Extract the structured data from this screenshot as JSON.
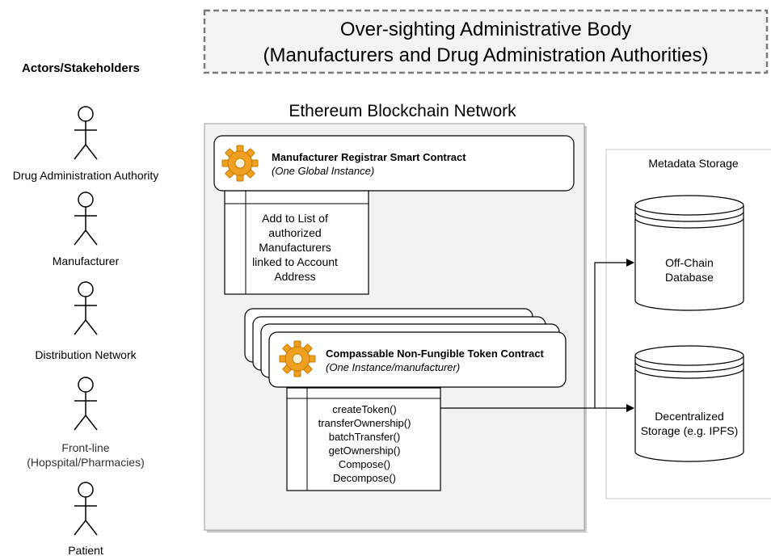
{
  "admin_body": {
    "line1": "Over-sighting Administrative Body",
    "line2": "(Manufacturers and Drug Administration Authorities)"
  },
  "actors": {
    "heading": "Actors/Stakeholders",
    "items": [
      {
        "label": "Drug Administration Authority",
        "label2": ""
      },
      {
        "label": "Manufacturer",
        "label2": ""
      },
      {
        "label": "Distribution Network",
        "label2": ""
      },
      {
        "label": "Front-line",
        "label2": "(Hopspital/Pharmacies)"
      },
      {
        "label": "Patient",
        "label2": ""
      }
    ]
  },
  "blockchain": {
    "title": "Ethereum Blockchain Network"
  },
  "registrar_contract": {
    "title": "Manufacturer Registrar Smart Contract",
    "subtitle": "(One Global Instance)",
    "method_lines": [
      "Add to List of",
      "authorized",
      "Manufacturers",
      "linked to Account",
      "Address"
    ]
  },
  "nft_contract": {
    "title": "Compassable Non-Fungible Token Contract",
    "subtitle": "(One Instance/manufacturer)",
    "methods": [
      "createToken()",
      "transferOwnership()",
      "batchTransfer()",
      "getOwnership()",
      "Compose()",
      "Decompose()"
    ]
  },
  "metadata_storage": {
    "title": "Metadata Storage",
    "offchain_line1": "Off-Chain",
    "offchain_line2": "Database",
    "decentral_line1": "Decentralized",
    "decentral_line2": "Storage (e.g. IPFS)"
  },
  "colors": {
    "gear": "#f5a623",
    "gear_dark": "#d98300",
    "panel_fill": "#f2f2f2",
    "border": "#000000"
  },
  "icons": {
    "gear": "gear-icon",
    "actor": "stick-figure-icon",
    "database": "database-icon"
  }
}
